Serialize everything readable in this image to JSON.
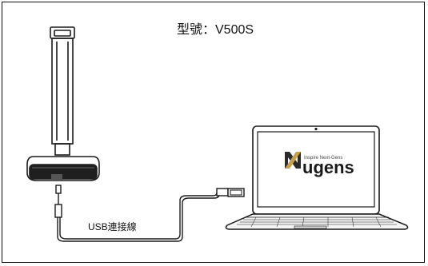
{
  "model": {
    "label": "型號：V500S"
  },
  "cable": {
    "label": "USB連接線"
  },
  "laptop": {
    "logo_tagline": "Inspire Next-Gens",
    "logo_word": "ugens",
    "logo_mark": "N"
  },
  "colors": {
    "stroke": "#1a1a1a",
    "logo_gold": "#c8a04a",
    "logo_dark": "#2b2b2b"
  },
  "icons": [
    "document-camera-icon",
    "laptop-icon",
    "usb-cable-icon"
  ]
}
